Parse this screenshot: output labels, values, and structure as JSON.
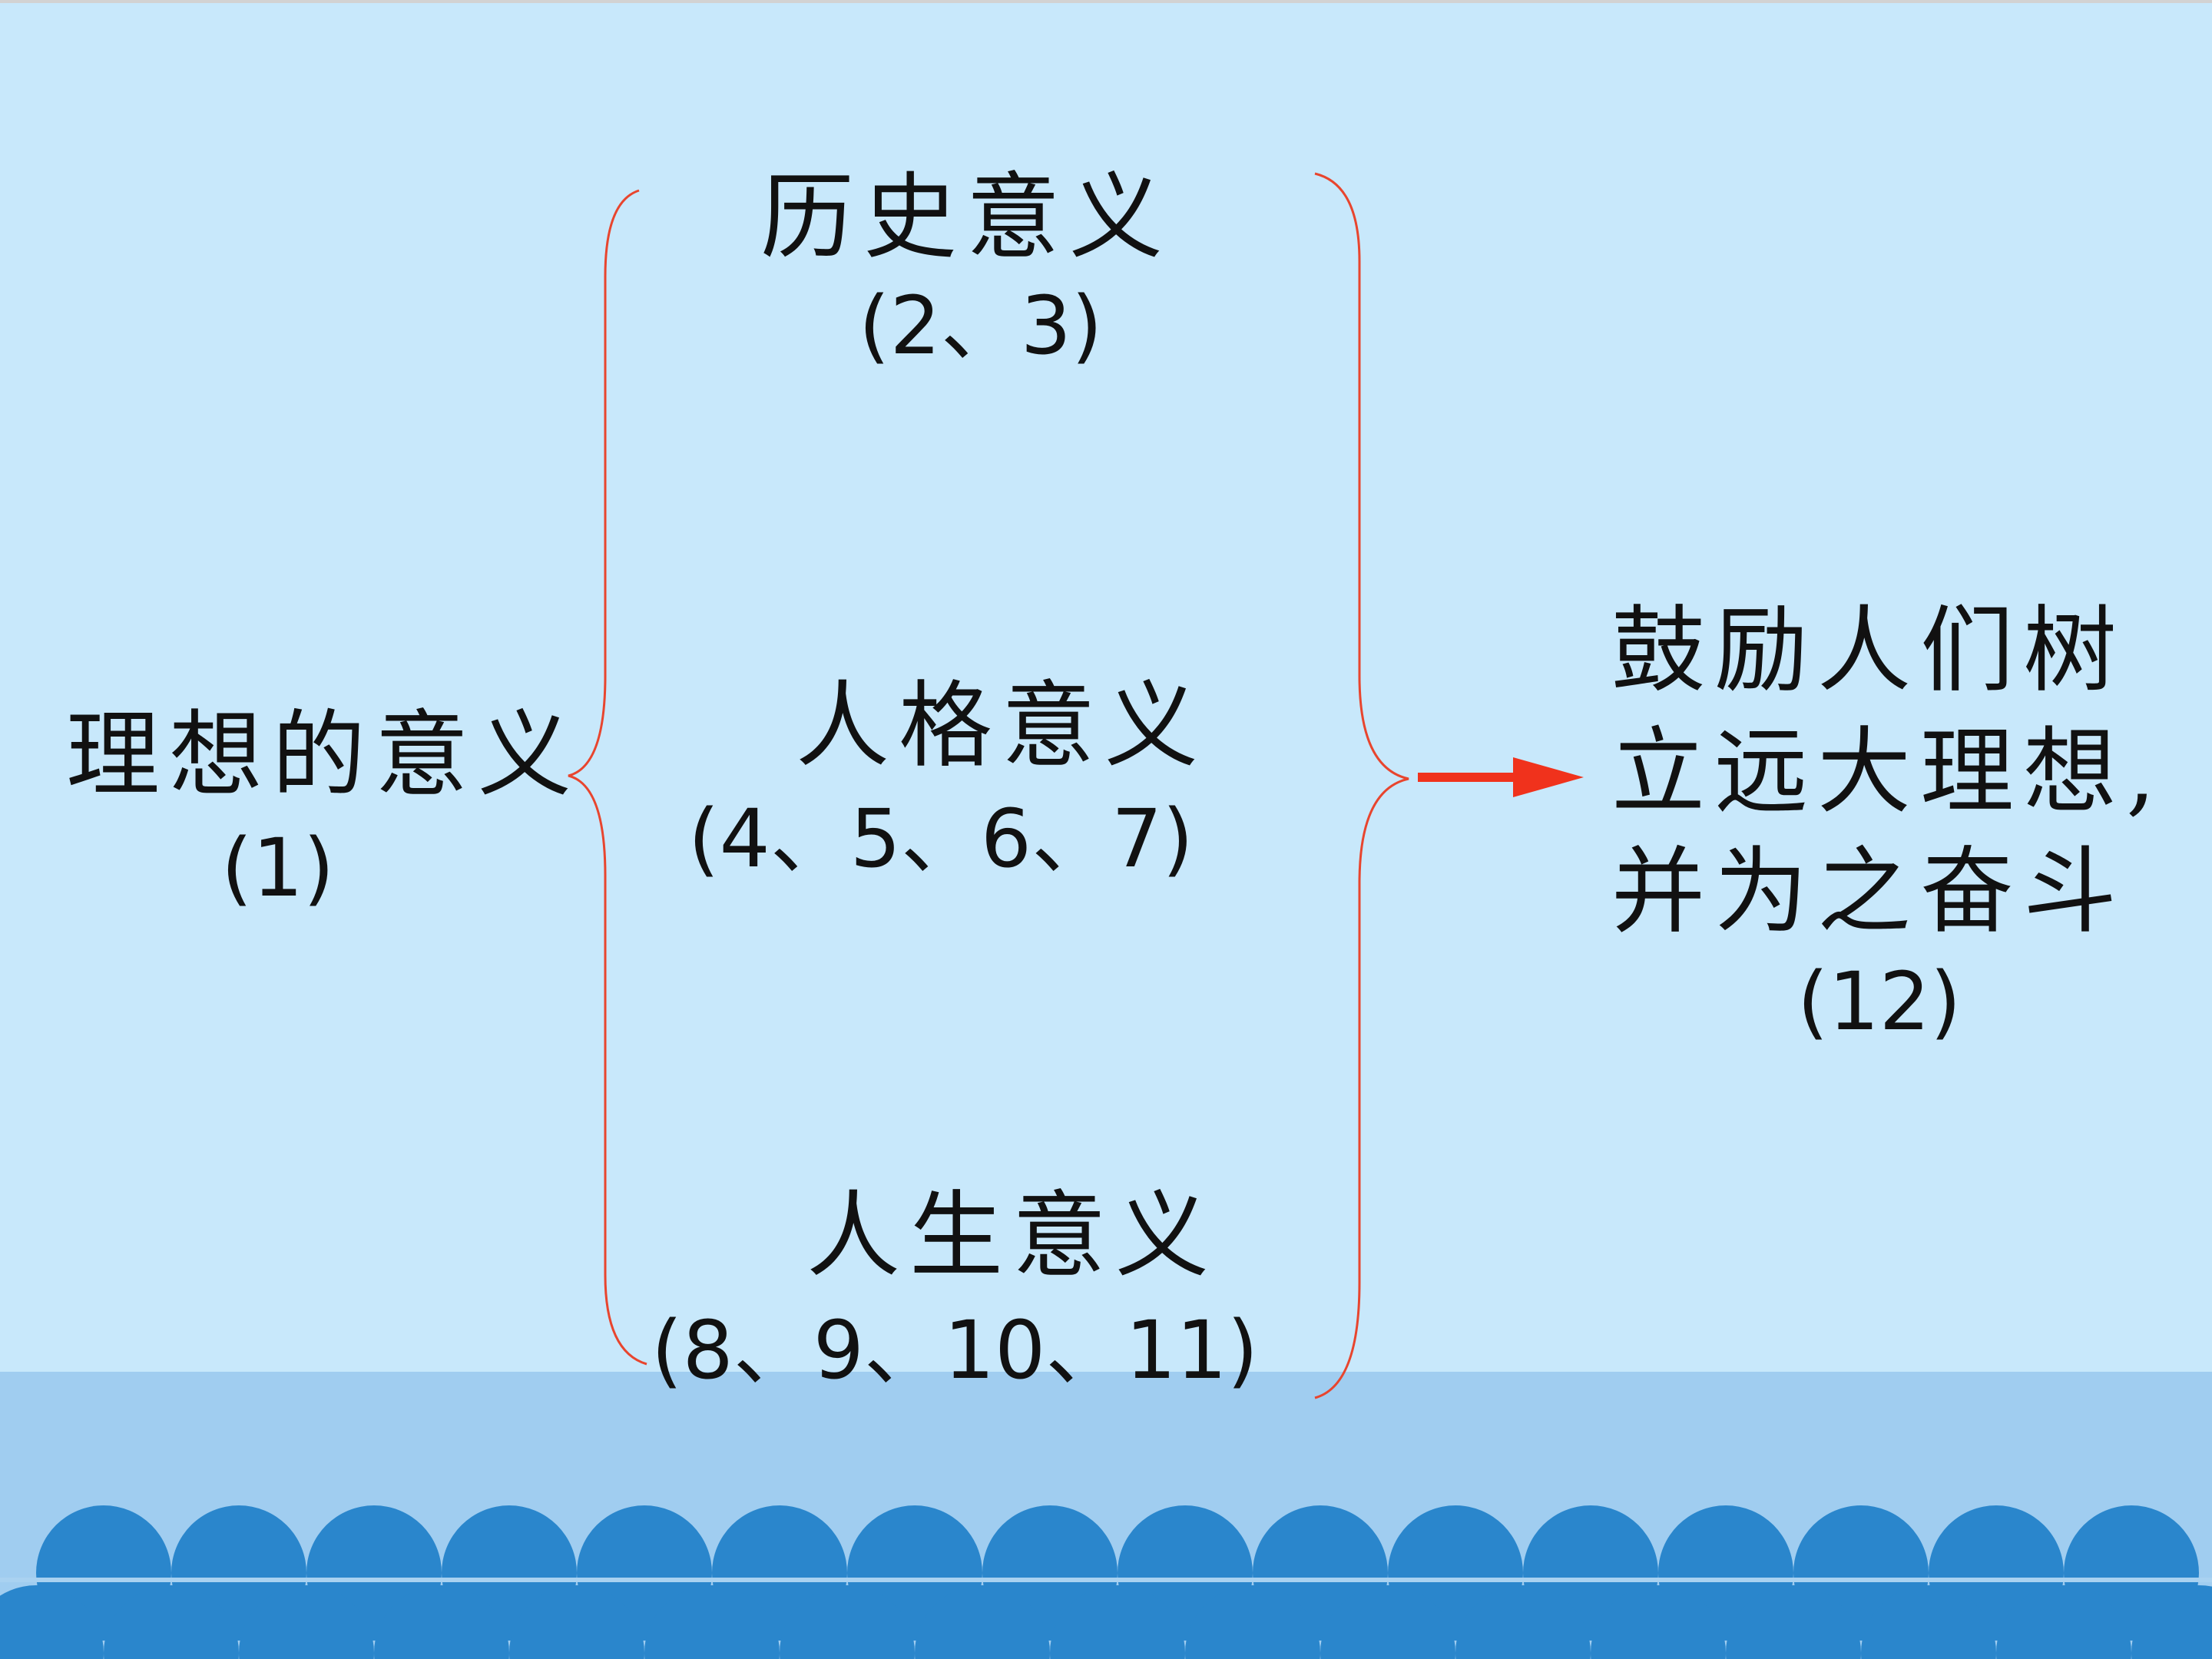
{
  "diagram": {
    "root": {
      "label": "理想的意义",
      "ref": "(1)"
    },
    "branches": [
      {
        "label": "历史意义",
        "ref": "(2、3)"
      },
      {
        "label": "人格意义",
        "ref": "(4、5、6、7)"
      },
      {
        "label": "人生意义",
        "ref": "(8、9、10、11)"
      }
    ],
    "conclusion": {
      "lines": [
        "鼓励人们树",
        "立远大理想,",
        "并为之奋斗"
      ],
      "ref": "(12)"
    }
  },
  "colors": {
    "background": "#c8e8fb",
    "band": "#a0cdf0",
    "wave": "#2a86cc",
    "brace": "#e8452e",
    "arrow": "#f0321c",
    "text": "#111111"
  }
}
